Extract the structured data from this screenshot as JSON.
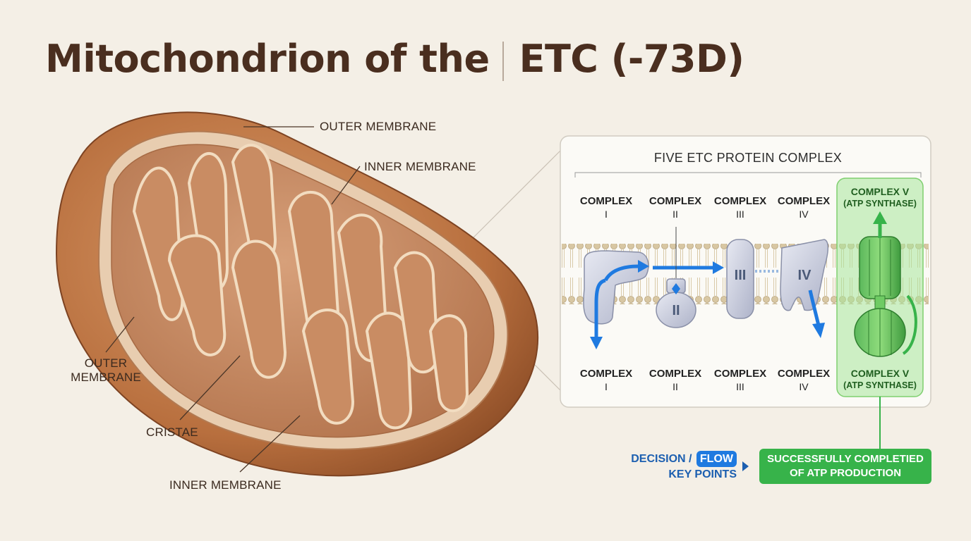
{
  "title": {
    "left": "Mitochondrion of the",
    "right": "ETC (-73D)"
  },
  "mito_labels": {
    "outer_membrane_top": "OUTER MEMBRANE",
    "inner_membrane_top": "INNER MEMBRANE",
    "outer_membrane_left_line1": "OUTER",
    "outer_membrane_left_line2": "MEMBRANE",
    "cristae": "CRISTAE",
    "inner_membrane_bottom": "INNER MEMBRANE"
  },
  "panel": {
    "title": "FIVE ETC PROTEIN COMPLEX",
    "top_labels": [
      {
        "word": "COMPLEX",
        "num": "I"
      },
      {
        "word": "COMPLEX",
        "num": "II"
      },
      {
        "word": "COMPLEX",
        "num": "III"
      },
      {
        "word": "COMPLEX",
        "num": "IV"
      }
    ],
    "bottom_labels": [
      {
        "word": "COMPLEX",
        "num": "I"
      },
      {
        "word": "COMPLEX",
        "num": "II"
      },
      {
        "word": "COMPLEX",
        "num": "III"
      },
      {
        "word": "COMPLEX",
        "num": "IV"
      }
    ],
    "complex_v_top": {
      "word": "COMPLEX V",
      "sub": "(ATP SYNTHASE)"
    },
    "complex_v_bottom": {
      "word": "COMPLEX V",
      "sub": "(ATP SYNTHASE)"
    },
    "roman_marks": {
      "ii": "II",
      "iii": "III",
      "iv": "IV"
    }
  },
  "legend": {
    "decision": "DECISION /",
    "flow": "FLOW",
    "key_points": "KEY POINTS",
    "success_line1": "SUCCESSFULLY COMPLETIED",
    "success_line2": "OF ATP PRODUCTION"
  },
  "colors": {
    "background": "#f4efe6",
    "mito_outer": "#c07a4a",
    "mito_inner": "#d9a57e",
    "cristae_fill": "#b77854",
    "flow_blue": "#1f7ae0",
    "atp_green": "#37b34a",
    "protein_grey": "#c9ccdc"
  }
}
